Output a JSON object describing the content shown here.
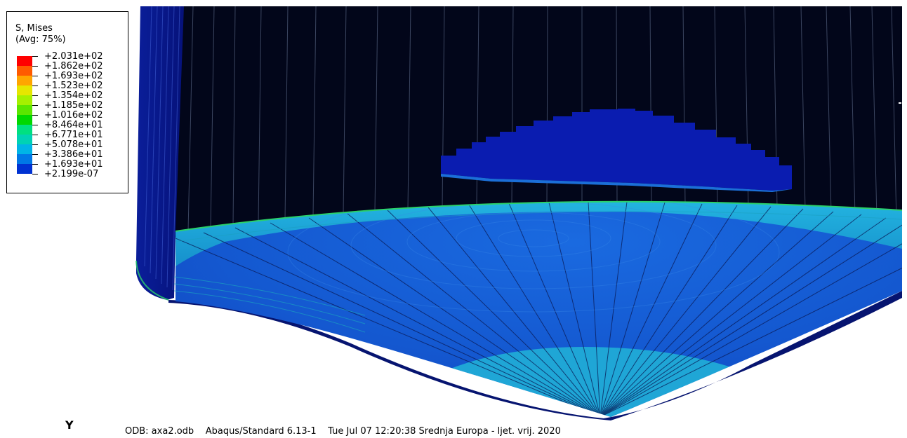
{
  "legend": {
    "title": "S, Mises",
    "subtitle": "(Avg: 75%)",
    "levels": [
      {
        "label": "+2.031e+02",
        "color": "#ff0000"
      },
      {
        "label": "+1.862e+02",
        "color": "#ff5a00"
      },
      {
        "label": "+1.693e+02",
        "color": "#ffa500"
      },
      {
        "label": "+1.523e+02",
        "color": "#e6e600"
      },
      {
        "label": "+1.354e+02",
        "color": "#a5f000"
      },
      {
        "label": "+1.185e+02",
        "color": "#5ae600"
      },
      {
        "label": "+1.016e+02",
        "color": "#00d800"
      },
      {
        "label": "+8.464e+01",
        "color": "#00e080"
      },
      {
        "label": "+6.771e+01",
        "color": "#00d2b4"
      },
      {
        "label": "+5.078e+01",
        "color": "#00b4e6"
      },
      {
        "label": "+3.386e+01",
        "color": "#0078e6"
      },
      {
        "label": "+1.693e+01",
        "color": "#0032d2"
      },
      {
        "label": "+2.199e-07",
        "color": "#0000c8"
      }
    ]
  },
  "triad": {
    "y_label": "Y"
  },
  "status": {
    "odb": "ODB: axa2.odb",
    "solver": "Abaqus/Standard 6.13-1",
    "timestamp": "Tue Jul 07 12:20:38 Srednja Europa - ljet. vrij. 2020"
  },
  "colors": {
    "background_model": "#02061a",
    "shell_blue": "#0a1fa8",
    "dome_blue": "#1560d8",
    "ring_cyan": "#1a9ed0",
    "edge_green": "#2bd16a"
  }
}
